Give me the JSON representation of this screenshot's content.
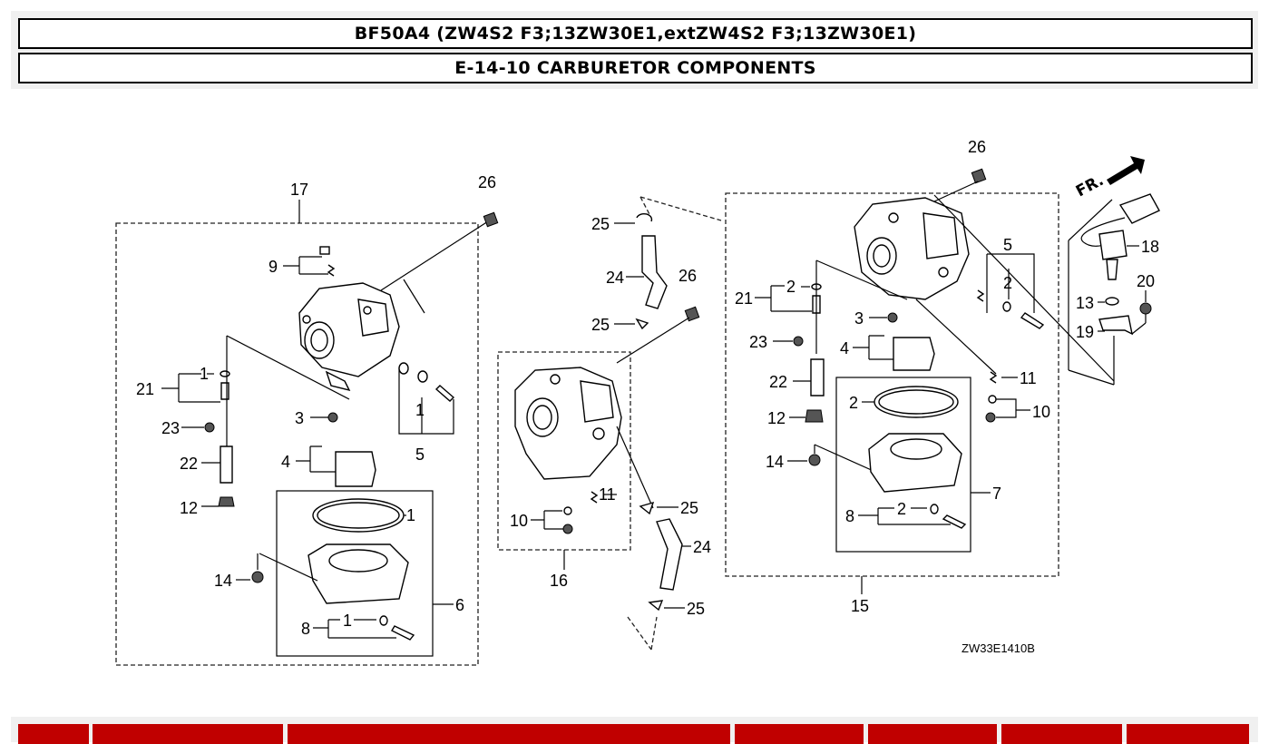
{
  "header": {
    "model": "BF50A4 (ZW4S2 F3;13ZW30E1,extZW4S2 F3;13ZW30E1)",
    "section": "E-14-10 CARBURETOR COMPONENTS"
  },
  "diagram": {
    "code": "ZW33E1410B",
    "direction_label": "FR.",
    "callouts": {
      "c17": "17",
      "c26a": "26",
      "c9": "9",
      "c21a": "21",
      "c1a": "1",
      "c23a": "23",
      "c3a": "3",
      "c1b": "1",
      "c5a": "5",
      "c4a": "4",
      "c22a": "22",
      "c12a": "12",
      "c1c": "1",
      "c14a": "14",
      "c6": "6",
      "c8a": "8",
      "c1d": "1",
      "c25a": "25",
      "c24a": "24",
      "c26b": "26",
      "c25b": "25",
      "c11a": "11",
      "c10a": "10",
      "c16": "16",
      "c25c": "25",
      "c24b": "24",
      "c25d": "25",
      "c26c": "26",
      "c5b": "5",
      "c2a": "2",
      "c21b": "21",
      "c2b": "2",
      "c3b": "3",
      "c23b": "23",
      "c4b": "4",
      "c22b": "22",
      "c11b": "11",
      "c2c": "2",
      "c10b": "10",
      "c12b": "12",
      "c14b": "14",
      "c7": "7",
      "c8b": "8",
      "c2d": "2",
      "c15": "15",
      "c18": "18",
      "c20": "20",
      "c13": "13",
      "c19": "19"
    }
  },
  "footer": {
    "tabs": [
      "",
      "",
      "",
      "",
      "",
      "",
      "",
      ""
    ]
  },
  "colors": {
    "accent": "#c00000",
    "panel": "#f0f0f0"
  }
}
